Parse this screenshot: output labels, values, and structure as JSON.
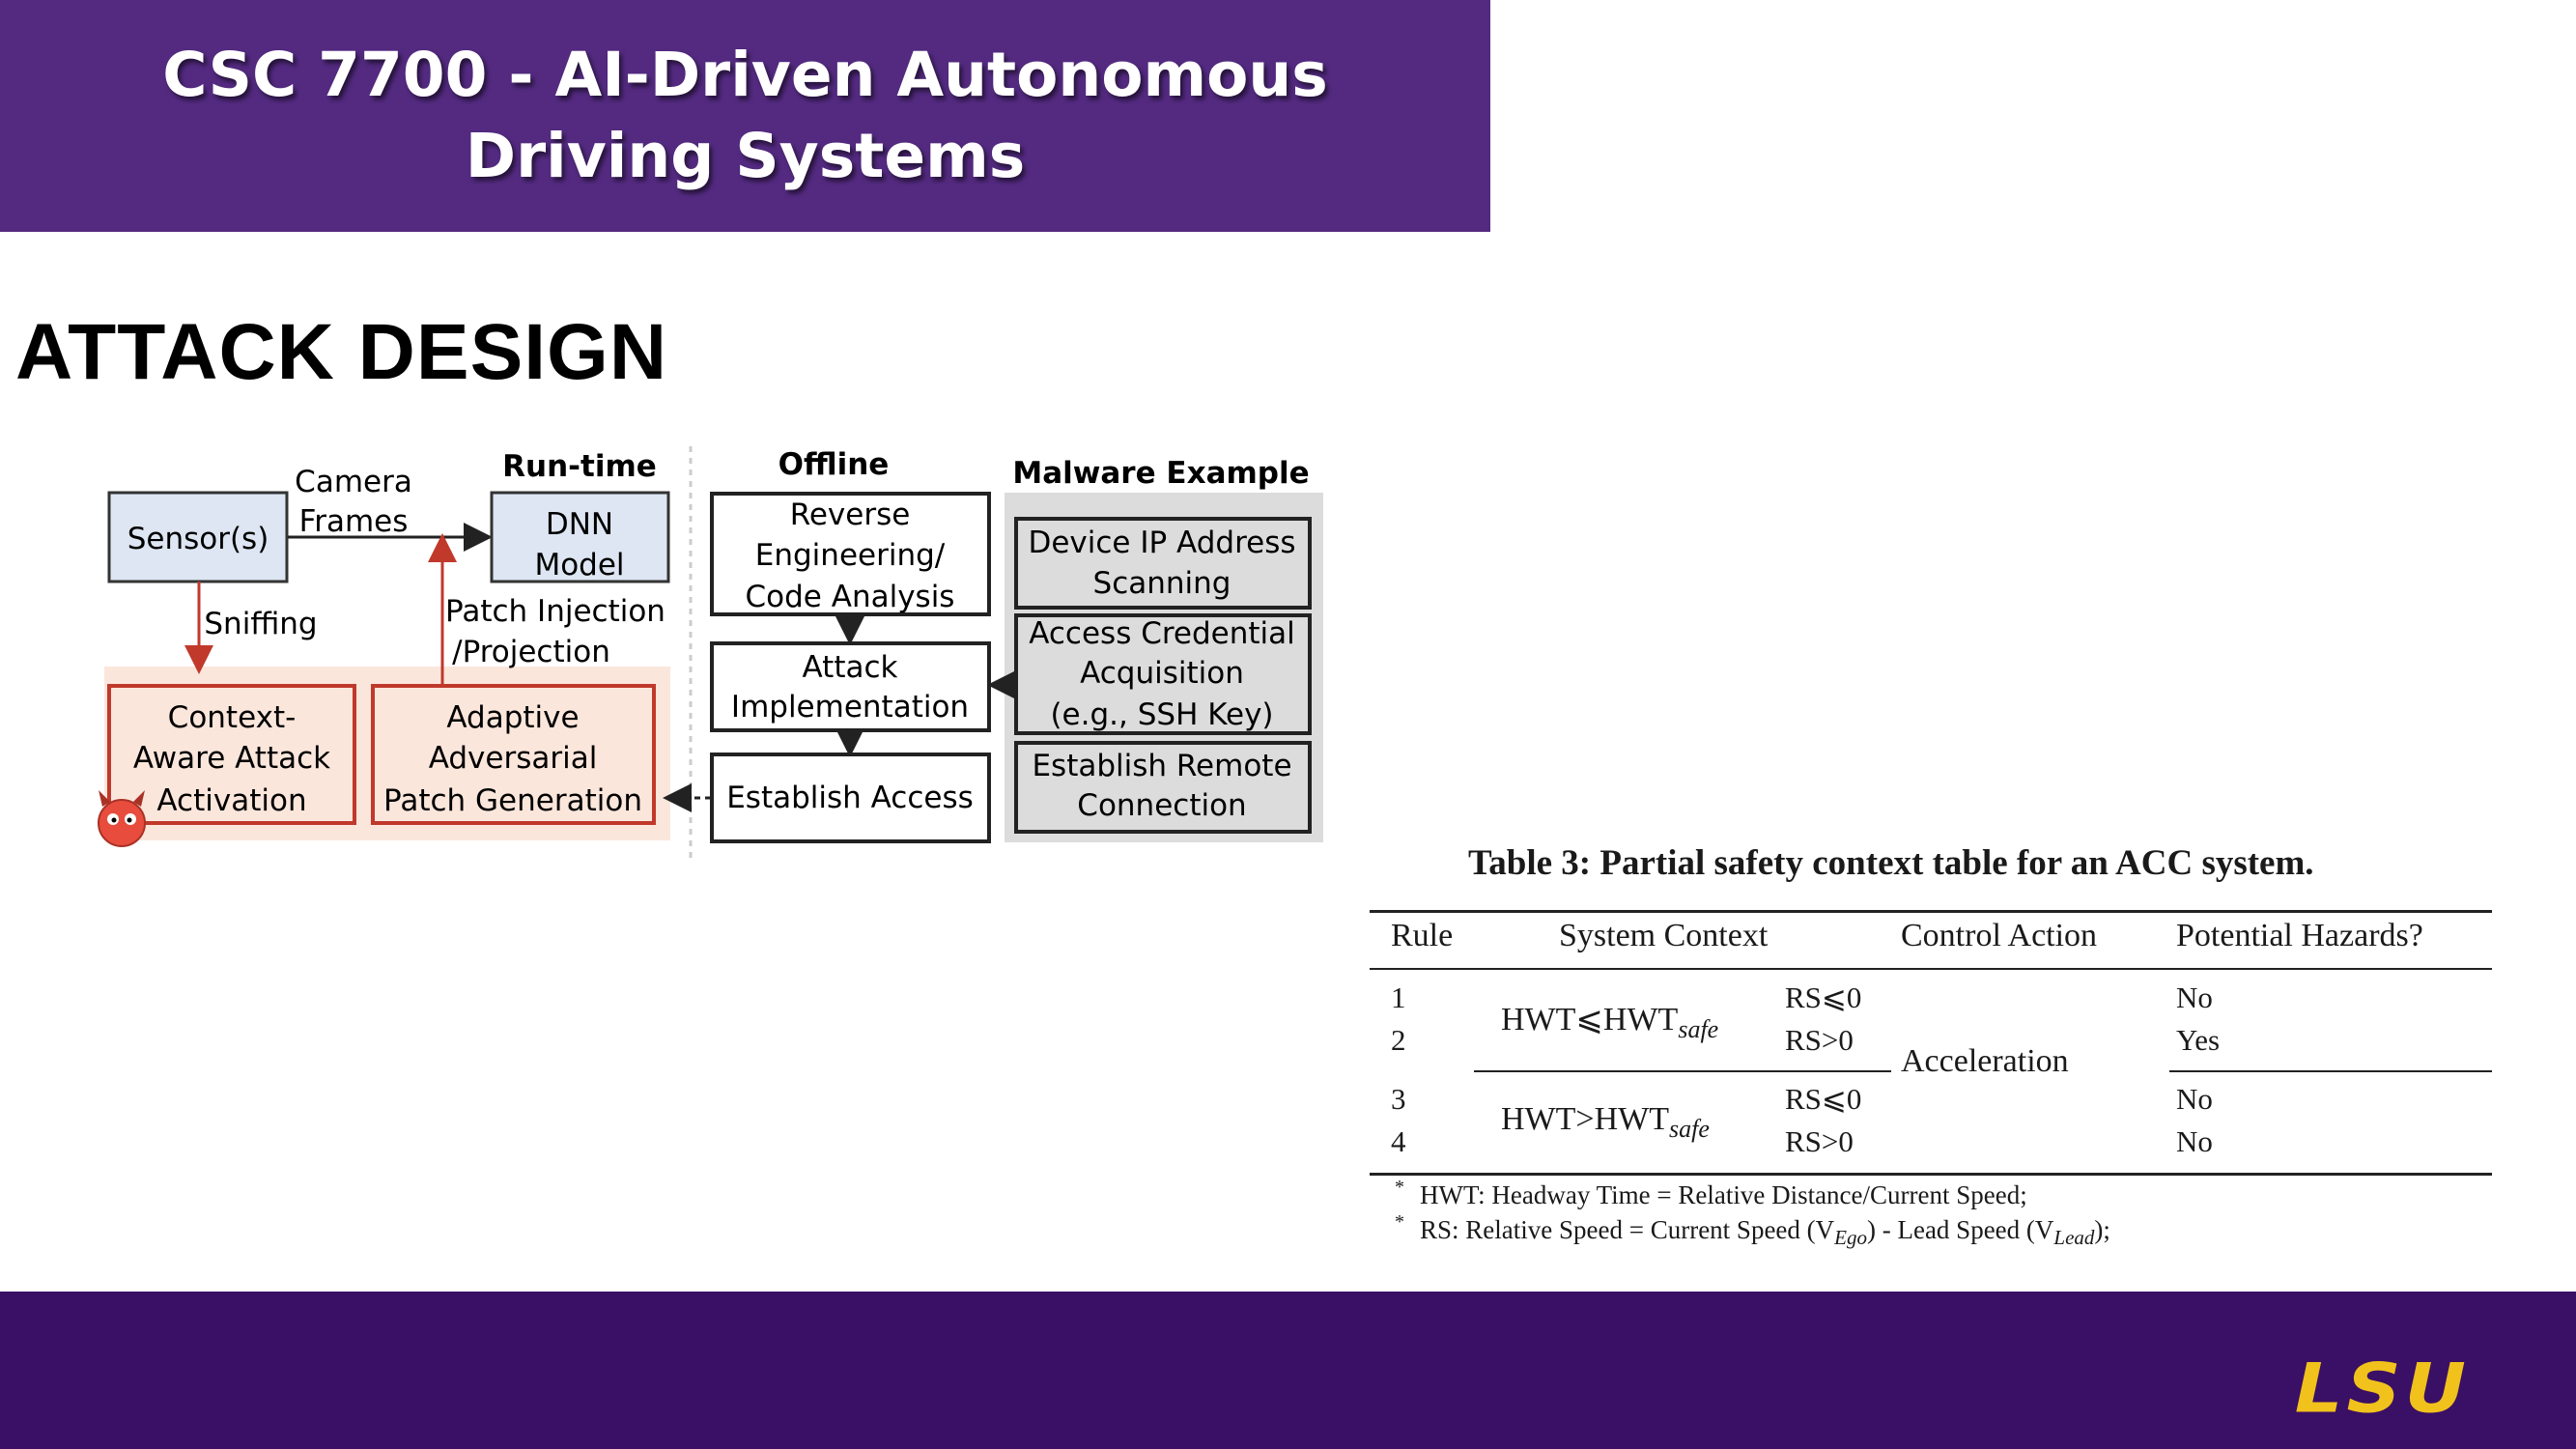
{
  "header": {
    "title_line1": "CSC 7700 - AI-Driven Autonomous",
    "title_line2": "Driving Systems"
  },
  "section_title": "ATTACK DESIGN",
  "diagram": {
    "runtime_label": "Run-time",
    "offline_label": "Offline",
    "malware_label": "Malware Example",
    "sensor": "Sensor(s)",
    "camera_line1": "Camera",
    "camera_line2": "Frames",
    "dnn_line1": "DNN",
    "dnn_line2": "Model",
    "sniffing": "Sniffing",
    "patch_line1": "Patch Injection",
    "patch_line2": "/Projection",
    "context_line1": "Context-",
    "context_line2": "Aware Attack",
    "context_line3": "Activation",
    "adaptive_line1": "Adaptive",
    "adaptive_line2": "Adversarial",
    "adaptive_line3": "Patch Generation",
    "reverse_line1": "Reverse",
    "reverse_line2": "Engineering/",
    "reverse_line3": "Code Analysis",
    "attack_line1": "Attack",
    "attack_line2": "Implementation",
    "establish": "Establish Access",
    "device_line1": "Device IP Address",
    "device_line2": "Scanning",
    "access_line1": "Access Credential",
    "access_line2": "Acquisition",
    "access_line3": "(e.g., SSH Key)",
    "remote_line1": "Establish Remote",
    "remote_line2": "Connection"
  },
  "table": {
    "caption": "Table 3: Partial safety context table for an ACC system.",
    "headers": [
      "Rule",
      "System Context",
      "Control Action",
      "Potential Hazards?"
    ],
    "rows": [
      {
        "rule": "1",
        "context_base": "HWT⩽HWT",
        "context_sub": "safe",
        "rs": "RS⩽0",
        "hazard": "No"
      },
      {
        "rule": "2",
        "rs": "RS>0",
        "hazard": "Yes"
      },
      {
        "rule": "3",
        "context_base": "HWT>HWT",
        "context_sub": "safe",
        "rs": "RS⩽0",
        "hazard": "No"
      },
      {
        "rule": "4",
        "rs": "RS>0",
        "hazard": "No"
      }
    ],
    "control_action": "Acceleration",
    "note1": "HWT: Headway Time = Relative Distance/Current Speed;",
    "note2_a": "RS: Relative Speed = Current Speed (V",
    "note2_sub1": "Ego",
    "note2_b": ") - Lead Speed (V",
    "note2_sub2": "Lead",
    "note2_c": ");",
    "star": "*"
  },
  "footer": {
    "logo_text": "LSU"
  },
  "colors": {
    "header_bg": "#532a80",
    "footer_bg": "#3a0f66",
    "logo": "#f1c21b",
    "attack_red": "#c0392b",
    "attack_bg": "#fbe6dc",
    "malware_bg": "#dcdcdc"
  }
}
